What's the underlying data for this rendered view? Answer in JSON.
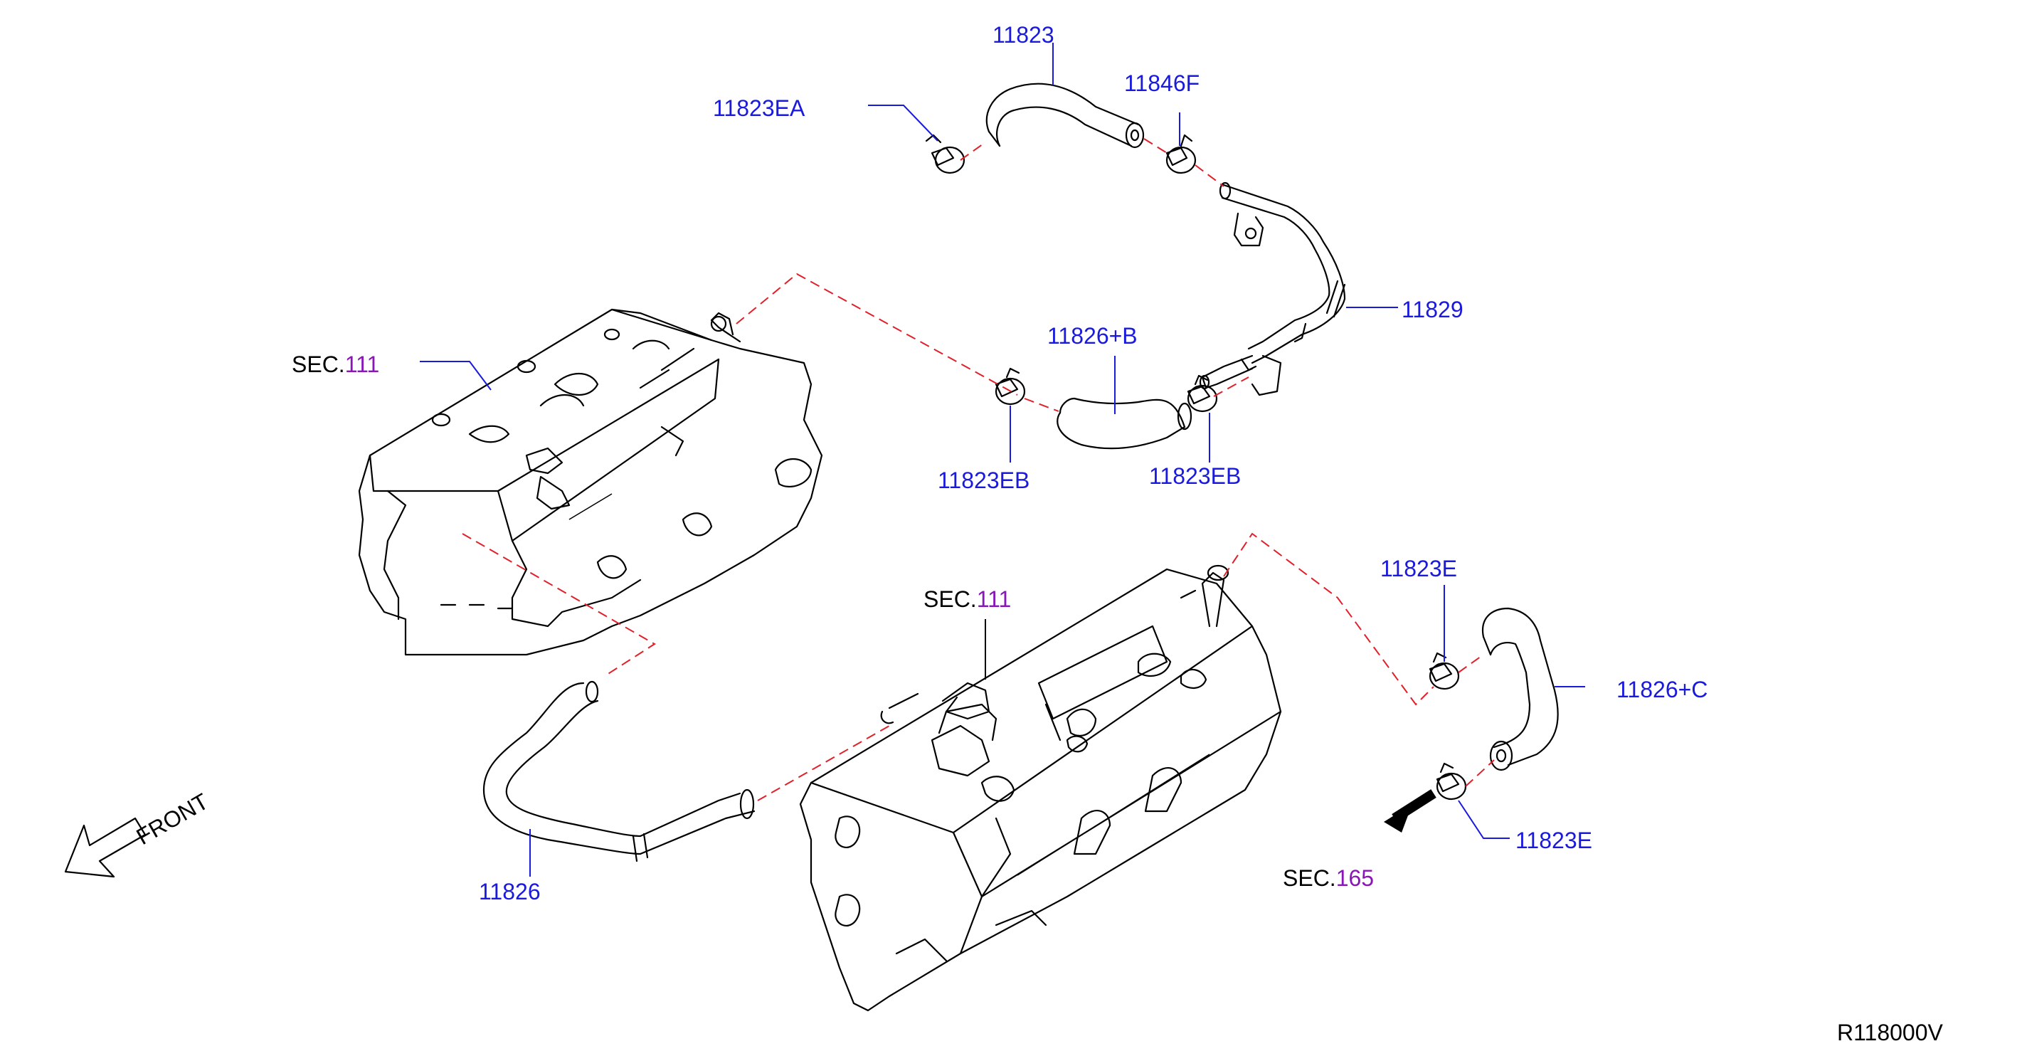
{
  "labels": {
    "p11823": "11823",
    "p11823EA": "11823EA",
    "p11846F": "11846F",
    "p11829": "11829",
    "p11826B": "11826+B",
    "p11823EB_left": "11823EB",
    "p11823EB_right": "11823EB",
    "p11823E_top": "11823E",
    "p11826C": "11826+C",
    "p11823E_bottom": "11823E",
    "p11826": "11826"
  },
  "sections": {
    "sec_upper": {
      "prefix": "SEC.",
      "number": "111"
    },
    "sec_lower": {
      "prefix": "SEC.",
      "number": "111"
    },
    "sec_165": {
      "prefix": "SEC.",
      "number": "165"
    }
  },
  "front_label": "FRONT",
  "diagram_code": "R118000V",
  "colors": {
    "part_number": "#1a1adc",
    "section_number": "#8a16b8",
    "connection_line": "#e0202a",
    "drawing": "#000000"
  }
}
